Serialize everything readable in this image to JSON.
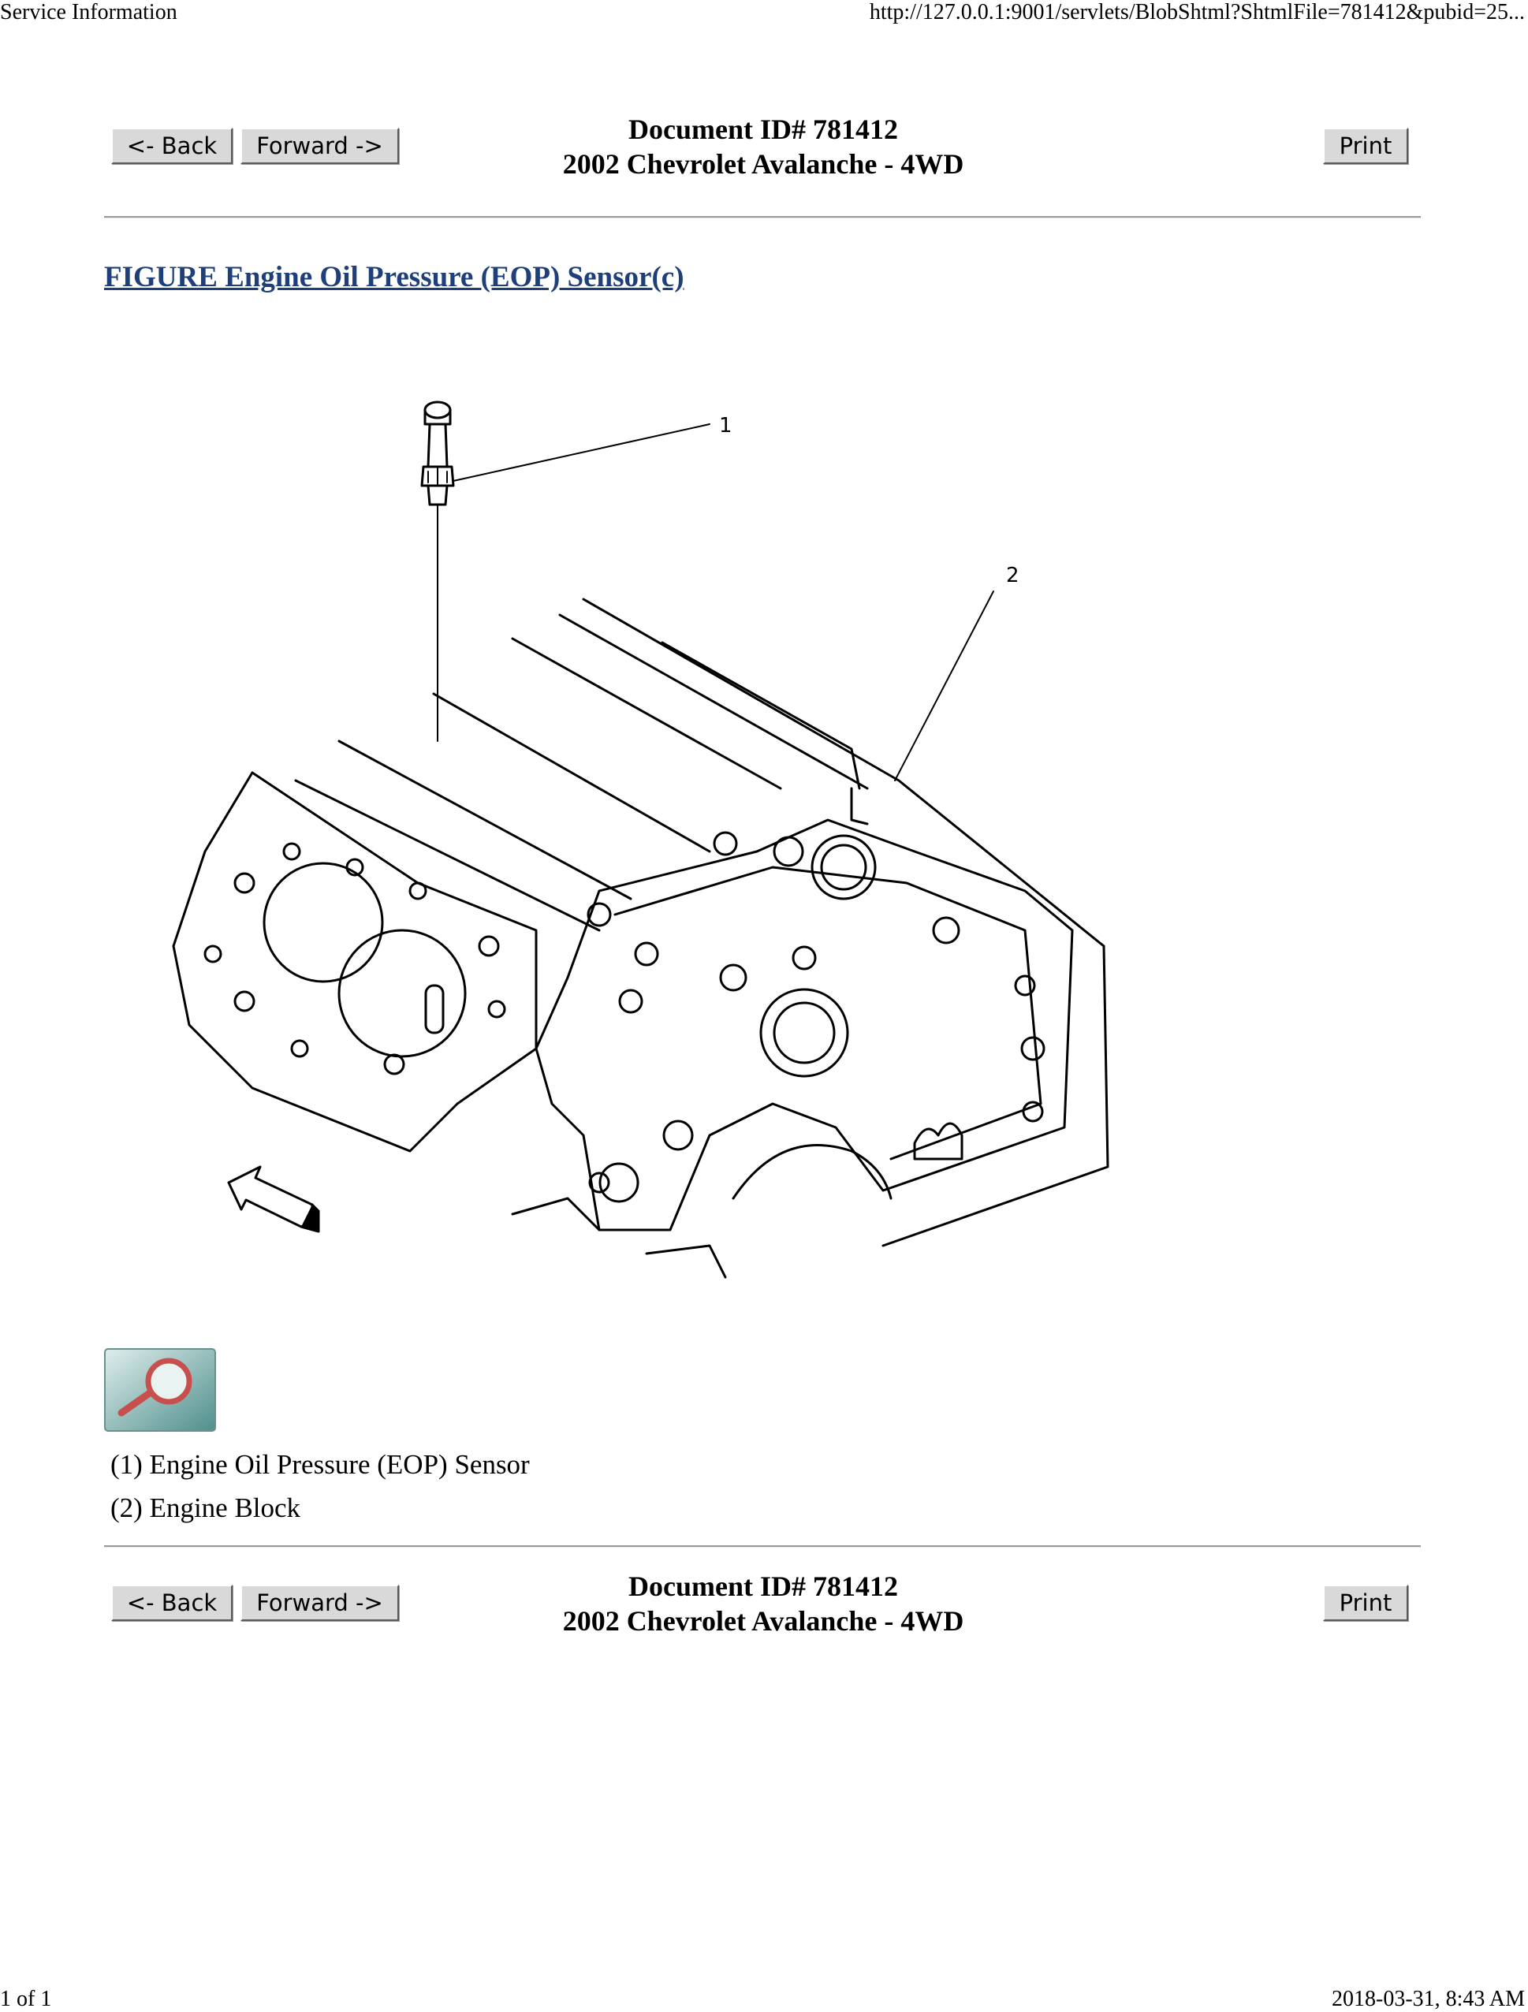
{
  "browser": {
    "page_title": "Service Information",
    "url": "http://127.0.0.1:9001/servlets/BlobShtml?ShtmlFile=781412&pubid=25...",
    "page_count": "1 of 1",
    "timestamp": "2018-03-31, 8:43 AM"
  },
  "nav": {
    "back_label": "<- Back",
    "forward_label": "Forward ->",
    "print_label": "Print"
  },
  "document": {
    "id_line": "Document ID# 781412",
    "vehicle_line": "2002 Chevrolet Avalanche - 4WD"
  },
  "figure": {
    "title": "FIGURE Engine Oil Pressure (EOP) Sensor(c)",
    "callouts": [
      "1",
      "2"
    ],
    "legend": [
      "(1) Engine Oil Pressure (EOP) Sensor",
      "(2) Engine Block"
    ]
  },
  "icons": {
    "zoom": "magnifier-icon",
    "direction": "front-arrow-icon"
  }
}
